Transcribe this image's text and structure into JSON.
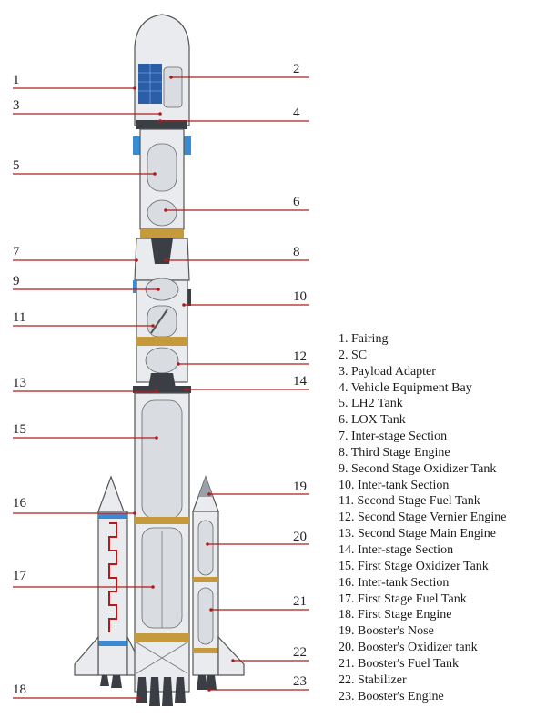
{
  "callouts": [
    {
      "number": "1"
    },
    {
      "number": "2"
    },
    {
      "number": "3"
    },
    {
      "number": "4"
    },
    {
      "number": "5"
    },
    {
      "number": "6"
    },
    {
      "number": "7"
    },
    {
      "number": "8"
    },
    {
      "number": "9"
    },
    {
      "number": "10"
    },
    {
      "number": "11"
    },
    {
      "number": "12"
    },
    {
      "number": "13"
    },
    {
      "number": "14"
    },
    {
      "number": "15"
    },
    {
      "number": "16"
    },
    {
      "number": "17"
    },
    {
      "number": "18"
    },
    {
      "number": "19"
    },
    {
      "number": "20"
    },
    {
      "number": "21"
    },
    {
      "number": "22"
    },
    {
      "number": "23"
    }
  ],
  "legend": [
    "1. Fairing",
    "2. SC",
    "3. Payload Adapter",
    "4. Vehicle Equipment Bay",
    "5. LH2 Tank",
    "6. LOX Tank",
    "7. Inter-stage Section",
    "8. Third Stage Engine",
    "9. Second Stage Oxidizer Tank",
    "10. Inter-tank Section",
    "11. Second Stage Fuel Tank",
    "12. Second Stage Vernier Engine",
    "13. Second Stage Main Engine",
    "14. Inter-stage Section",
    "15. First Stage Oxidizer Tank",
    "16. Inter-tank Section",
    "17. First Stage Fuel Tank",
    "18. First Stage Engine",
    "19. Booster's Nose",
    "20. Booster's Oxidizer tank",
    "21. Booster's Fuel Tank",
    "22. Stabilizer",
    "23. Booster's Engine"
  ],
  "colors": {
    "leader": "#b01c1c",
    "band_blue": "#3a8bd1",
    "band_gold": "#c49a3c",
    "hull": "#e9ebee"
  }
}
